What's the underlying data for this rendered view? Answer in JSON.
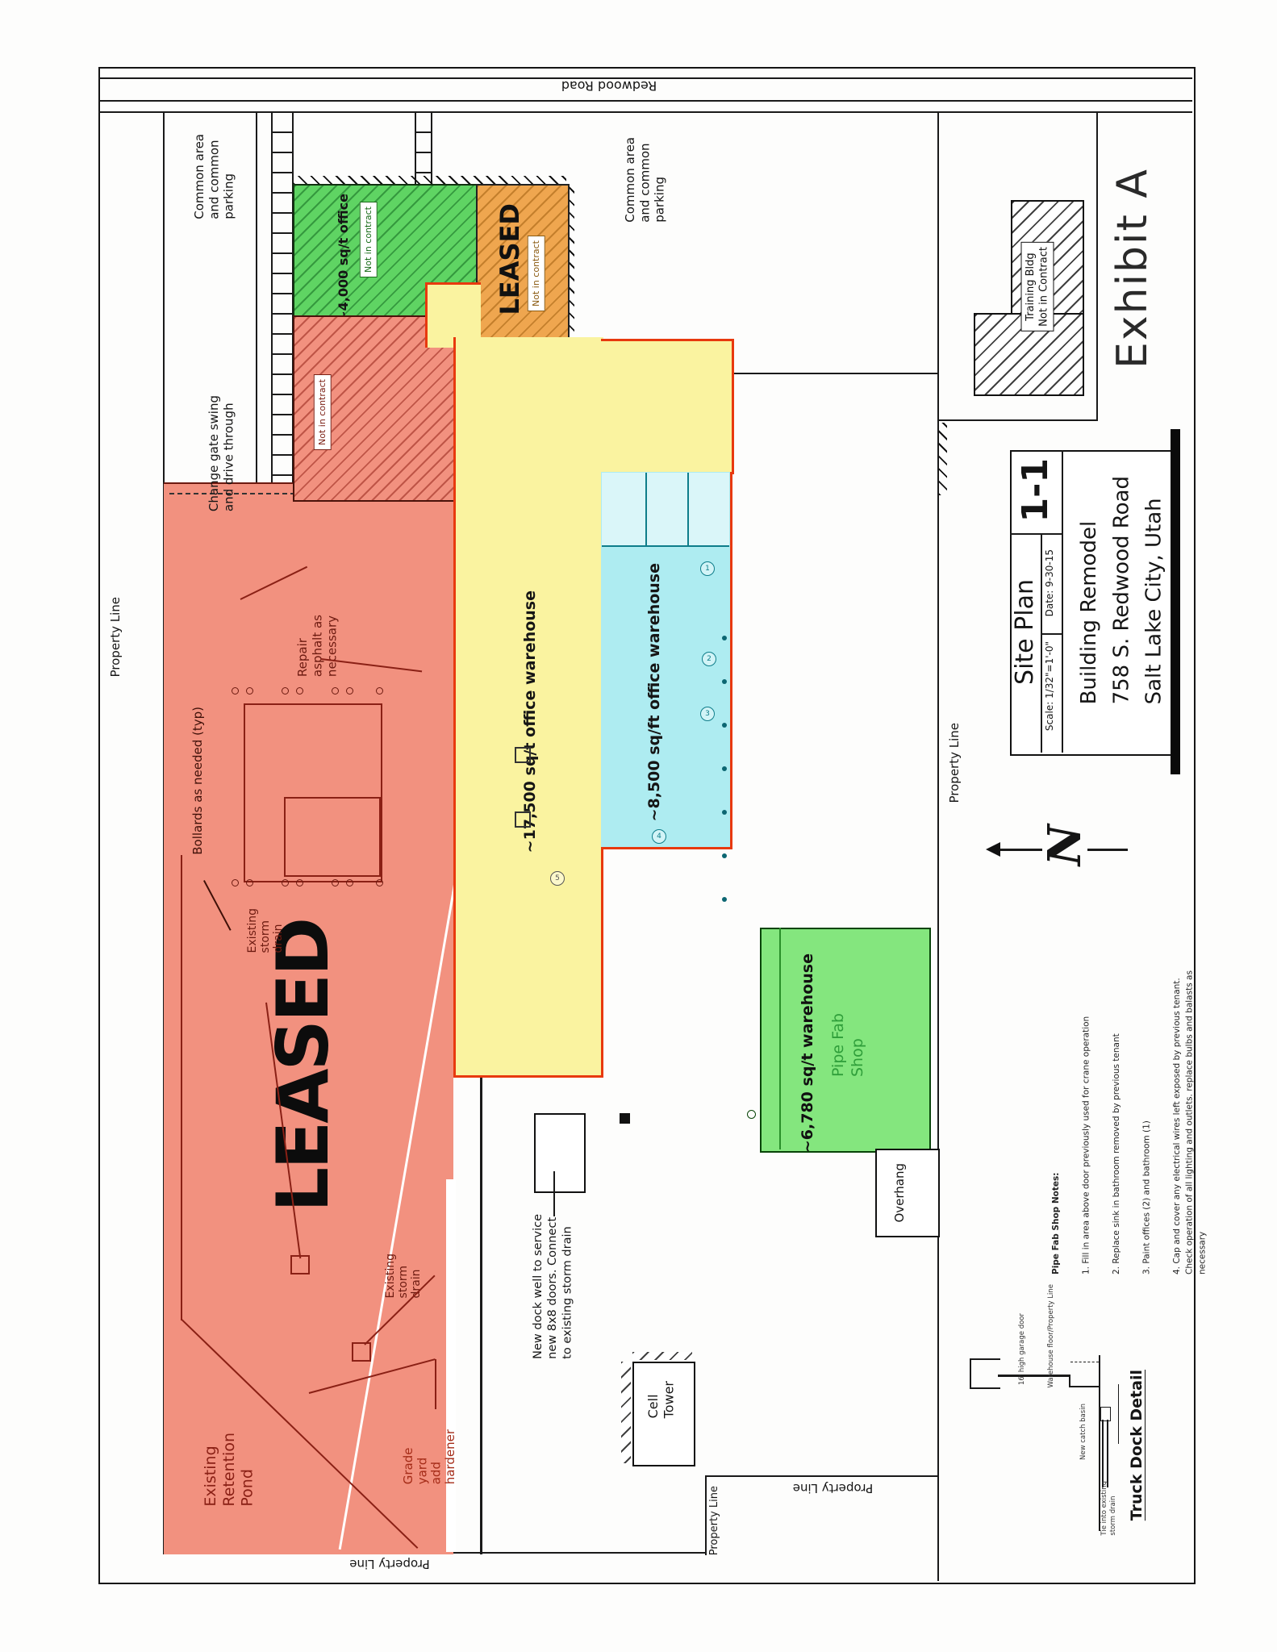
{
  "page": {
    "exhibit": "Exhibit A",
    "road": "Redwood Road",
    "north": "N"
  },
  "title_block": {
    "sheet_title": "Site Plan",
    "sheet_number": "1-1",
    "scale": "Scale: 1/32\"=1'-0\"",
    "date": "Date: 9-30-15",
    "project": "Building Remodel\n758 S. Redwood Road\nSalt Lake City, Utah"
  },
  "zones": {
    "yard_leased": "LEASED",
    "orange_leased": "LEASED",
    "not_in_contract": "Not in contract",
    "office_4000": "~4,000 sq/t office",
    "office_warehouse_17500": "~17,500 sq/t office warehouse",
    "office_warehouse_8500": "~8,500 sq/ft office warehouse",
    "pipe_fab_size": "~6,780 sq/t warehouse",
    "pipe_fab_name": "Pipe Fab\nShop",
    "training_bldg": "Training Bldg\nNot in Contract"
  },
  "annotations": {
    "common_area": "Common area\nand common\nparking",
    "change_gate": "Change gate swing\nand drive through",
    "property_line": "Property Line",
    "bollards": "Bollards as needed (typ)",
    "repair_asphalt": "Repair\nasphalt as\nnecessary",
    "storm_drain": "Existing\nstorm\ndrain",
    "retention_pond": "Existing\nRetention\nPond",
    "grade_yard": "Grade\nyard\nadd\nhardener",
    "new_dock": "New dock well to service\nnew 8x8 doors. Connect\nto existing storm drain",
    "cell_tower": "Cell\nTower",
    "overhang": "Overhang"
  },
  "markers": {
    "m1": "1",
    "m2": "2",
    "m3": "3",
    "m4": "4",
    "m5": "5"
  },
  "notes": {
    "title": "Pipe Fab Shop Notes:",
    "item1": "1. Fill in area above door previously used for crane operation",
    "item2": "2. Replace sink in bathroom removed by previous tenant",
    "item3": "3. Paint offices (2) and bathroom (1)",
    "item4": "4. Cap and cover any electrical wires left exposed by previous tenant.\nCheck operation of all lighting and outlets. replace bulbs and balasts as\nnecessary"
  },
  "truck_dock": {
    "title": "Truck Dock Detail",
    "garage_door": "16' high garage door",
    "floor_line": "Warehouse floor/Property Line",
    "catch_basin": "New catch basin",
    "tie_in": "Tie into existing\nstorm drain"
  },
  "colors": {
    "salmon": "#f2917f",
    "green_hatch": "#5fd463",
    "orange_hatch": "#efa64f",
    "yellow": "#faf3a0",
    "cyan": "#aeecf1",
    "pipe_fab_green": "#84e67e",
    "outline_red": "#e8390e",
    "annotation_red": "#8a2015"
  }
}
